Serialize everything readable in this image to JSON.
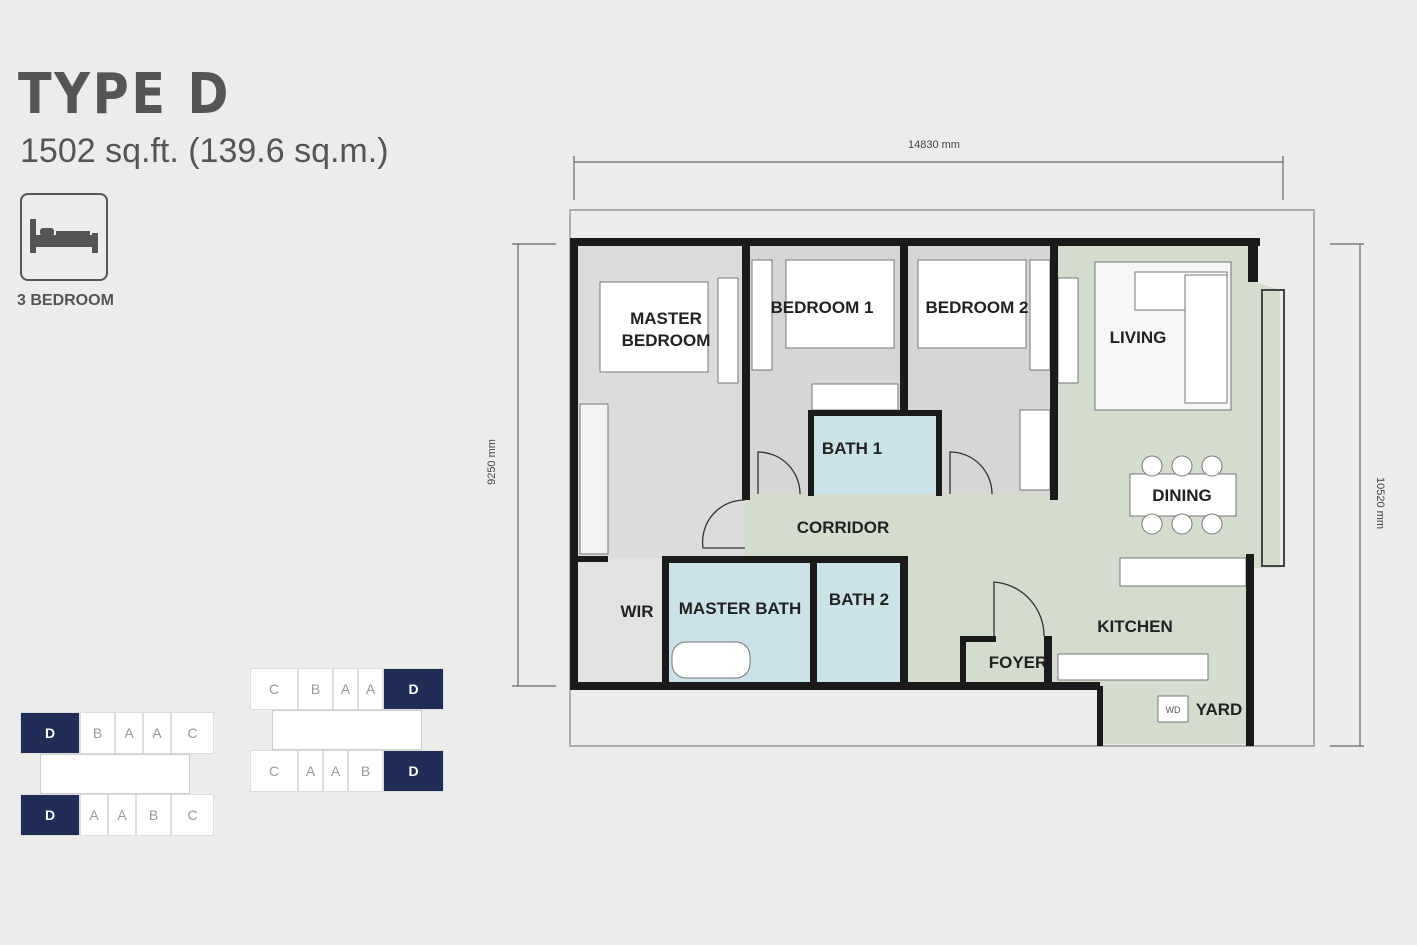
{
  "header": {
    "type_title": "TYPE D",
    "area": "1502 sq.ft. (139.6 sq.m.)",
    "bedroom_icon": "bed-icon",
    "bedroom_label": "3 BEDROOM"
  },
  "plan": {
    "dim_top": "14830 mm",
    "dim_left": "9250 mm",
    "dim_right": "10520 mm",
    "rooms": {
      "master_bedroom_1": "MASTER",
      "master_bedroom_2": "BEDROOM",
      "bedroom1": "BEDROOM 1",
      "bedroom2": "BEDROOM 2",
      "living": "LIVING",
      "bath1": "BATH 1",
      "dining": "DINING",
      "corridor": "CORRIDOR",
      "wir": "WIR",
      "master_bath": "MASTER BATH",
      "bath2": "BATH 2",
      "kitchen": "KITCHEN",
      "foyer": "FOYER",
      "yard": "YARD",
      "wd": "WD"
    }
  },
  "keyplan_left": {
    "top_row": [
      "D",
      "B",
      "A",
      "A",
      "C"
    ],
    "bottom_row": [
      "D",
      "A",
      "A",
      "B",
      "C"
    ]
  },
  "keyplan_right": {
    "top_row": [
      "C",
      "B",
      "A",
      "A",
      "D"
    ],
    "bottom_row": [
      "C",
      "A",
      "A",
      "B",
      "D"
    ]
  },
  "colors": {
    "wall": "#1a1a1a",
    "living_green": "#d3dccd",
    "bedroom_gray": "#d9d9d9",
    "bath_blue": "#c9e3e8",
    "unit_highlight": "#1f2d57"
  }
}
